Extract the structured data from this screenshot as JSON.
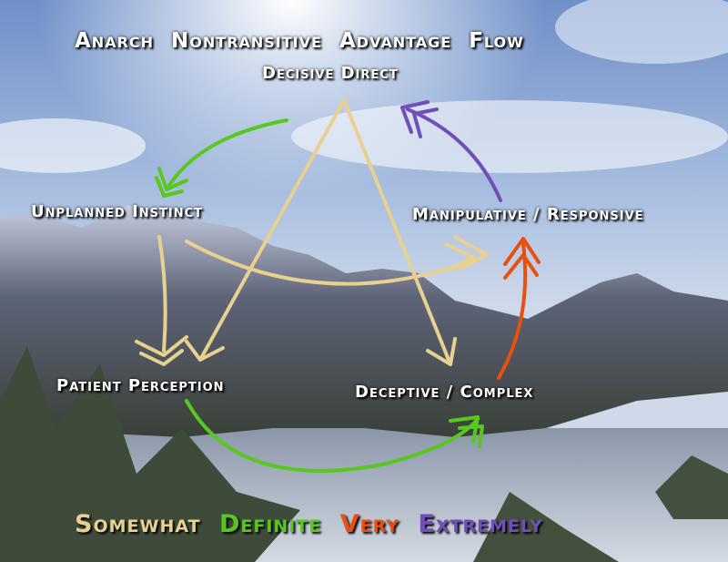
{
  "title": "Anarch Nontransitive Advantage Flow",
  "nodes": {
    "top": "Decisive Direct",
    "left": "Unplanned Instinct",
    "right": "Manipulative / Responsive",
    "bottom_left": "Patient Perception",
    "bottom_right": "Deceptive / Complex"
  },
  "legend": [
    {
      "label": "Somewhat",
      "color": "#e8d090"
    },
    {
      "label": "Definite",
      "color": "#58c820"
    },
    {
      "label": "Very",
      "color": "#e85010"
    },
    {
      "label": "Extremely",
      "color": "#7050b8"
    }
  ]
}
